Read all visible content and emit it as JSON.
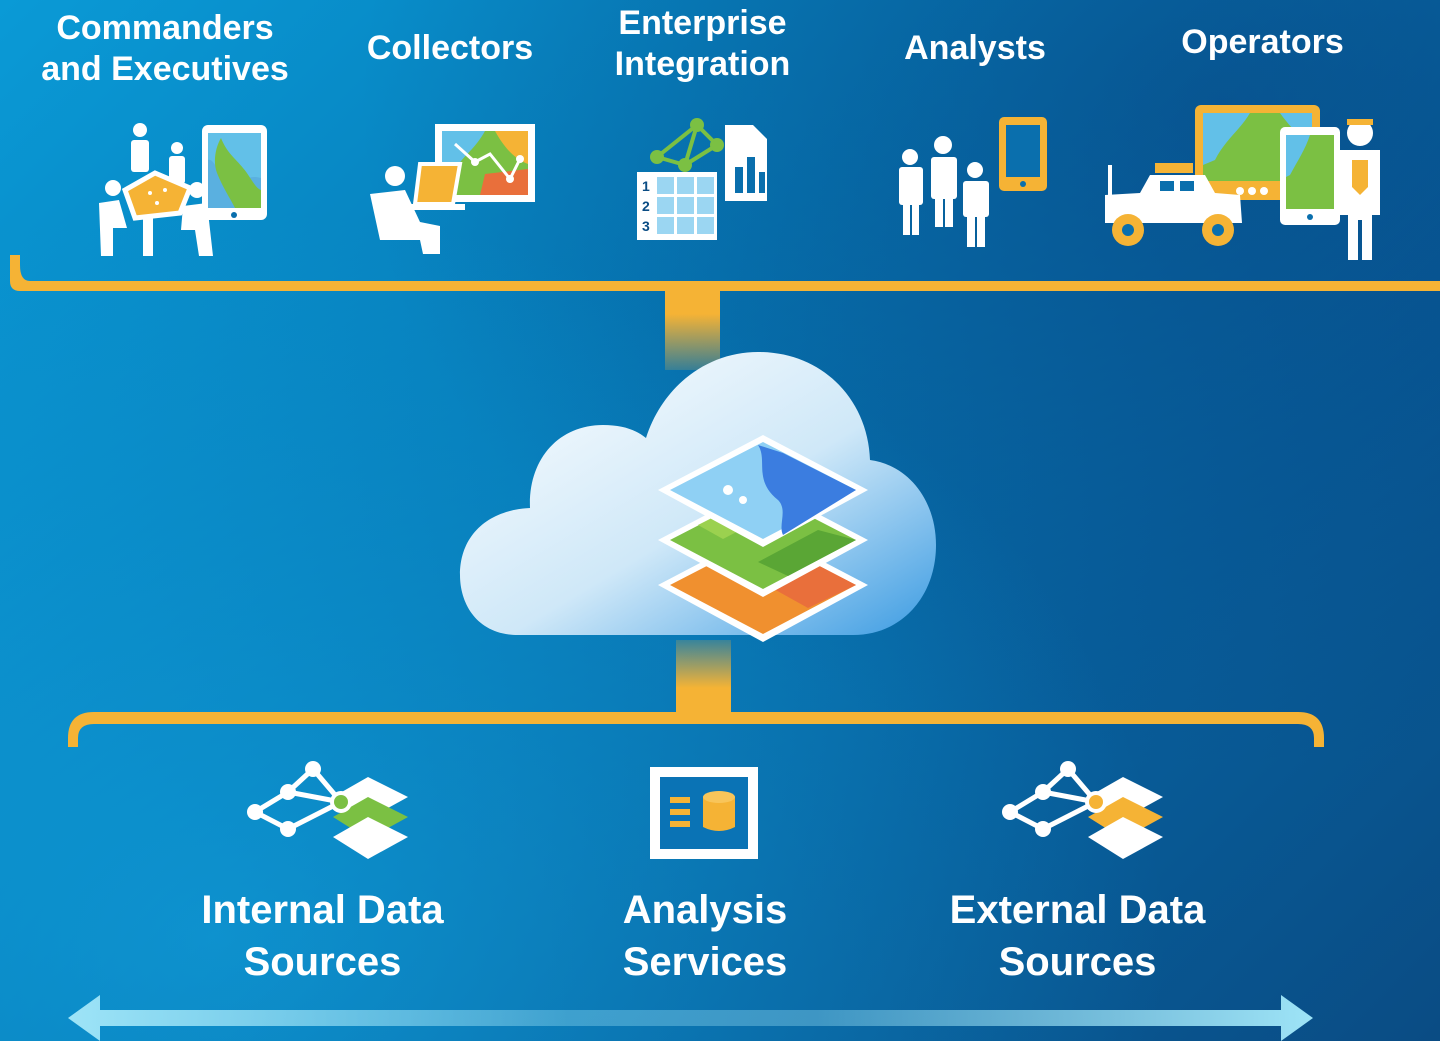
{
  "audiences": [
    {
      "label_line1": "Commanders",
      "label_line2": "and Executives",
      "icon": "commanders-meeting-icon"
    },
    {
      "label_line1": "Collectors",
      "label_line2": "",
      "icon": "collector-laptop-icon"
    },
    {
      "label_line1": "Enterprise",
      "label_line2": "Integration",
      "icon": "enterprise-integration-icon"
    },
    {
      "label_line1": "Analysts",
      "label_line2": "",
      "icon": "analysts-phone-icon"
    },
    {
      "label_line1": "Operators",
      "label_line2": "",
      "icon": "operators-vehicle-icon"
    }
  ],
  "cloud": {
    "icon": "cloud-map-layers-icon"
  },
  "sources": [
    {
      "label_line1": "Internal Data",
      "label_line2": "Sources",
      "icon": "internal-data-sources-icon"
    },
    {
      "label_line1": "Analysis",
      "label_line2": "Services",
      "icon": "analysis-services-icon"
    },
    {
      "label_line1": "External Data",
      "label_line2": "Sources",
      "icon": "external-data-sources-icon"
    }
  ],
  "colors": {
    "connector": "#f5b335",
    "background_start": "#0a9ad6",
    "background_end": "#0a4c84",
    "arrow": "#9ee4f7",
    "icon_white": "#ffffff",
    "icon_gold": "#f5b335"
  }
}
